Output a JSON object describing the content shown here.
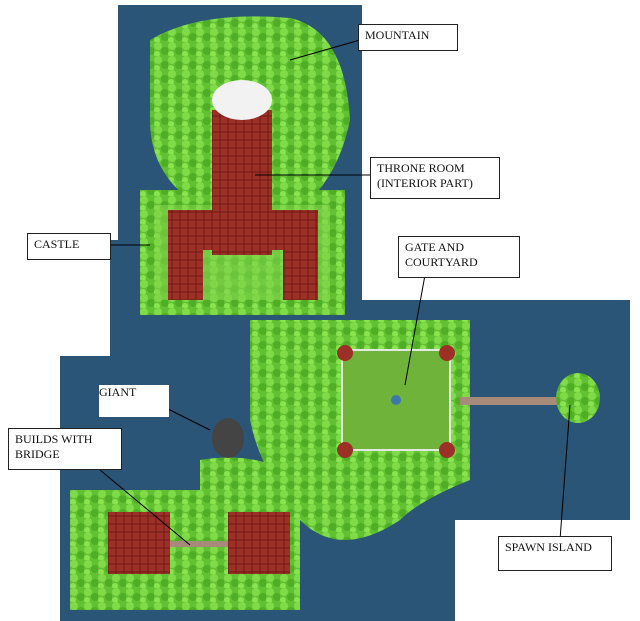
{
  "map": {
    "labels": {
      "mountain": "MOUNTAIN",
      "throne_room": "THRONE ROOM\n(INTERIOR PART)",
      "castle": "CASTLE",
      "gate_courtyard": "GATE AND\nCOURTYARD",
      "giant": "GIANT",
      "builds_bridge": "BUILDS WITH\nBRIDGE",
      "spawn_island": "SPAWN ISLAND"
    },
    "colors": {
      "water": "#2a5577",
      "grass": "#6fcf3d",
      "tree": "#56b22c",
      "tree_dark": "#3f8f1f",
      "roof": "#9c2f26",
      "roof_dark": "#6e1b15",
      "snow": "#f2f2f2",
      "path": "#86b35f"
    }
  }
}
